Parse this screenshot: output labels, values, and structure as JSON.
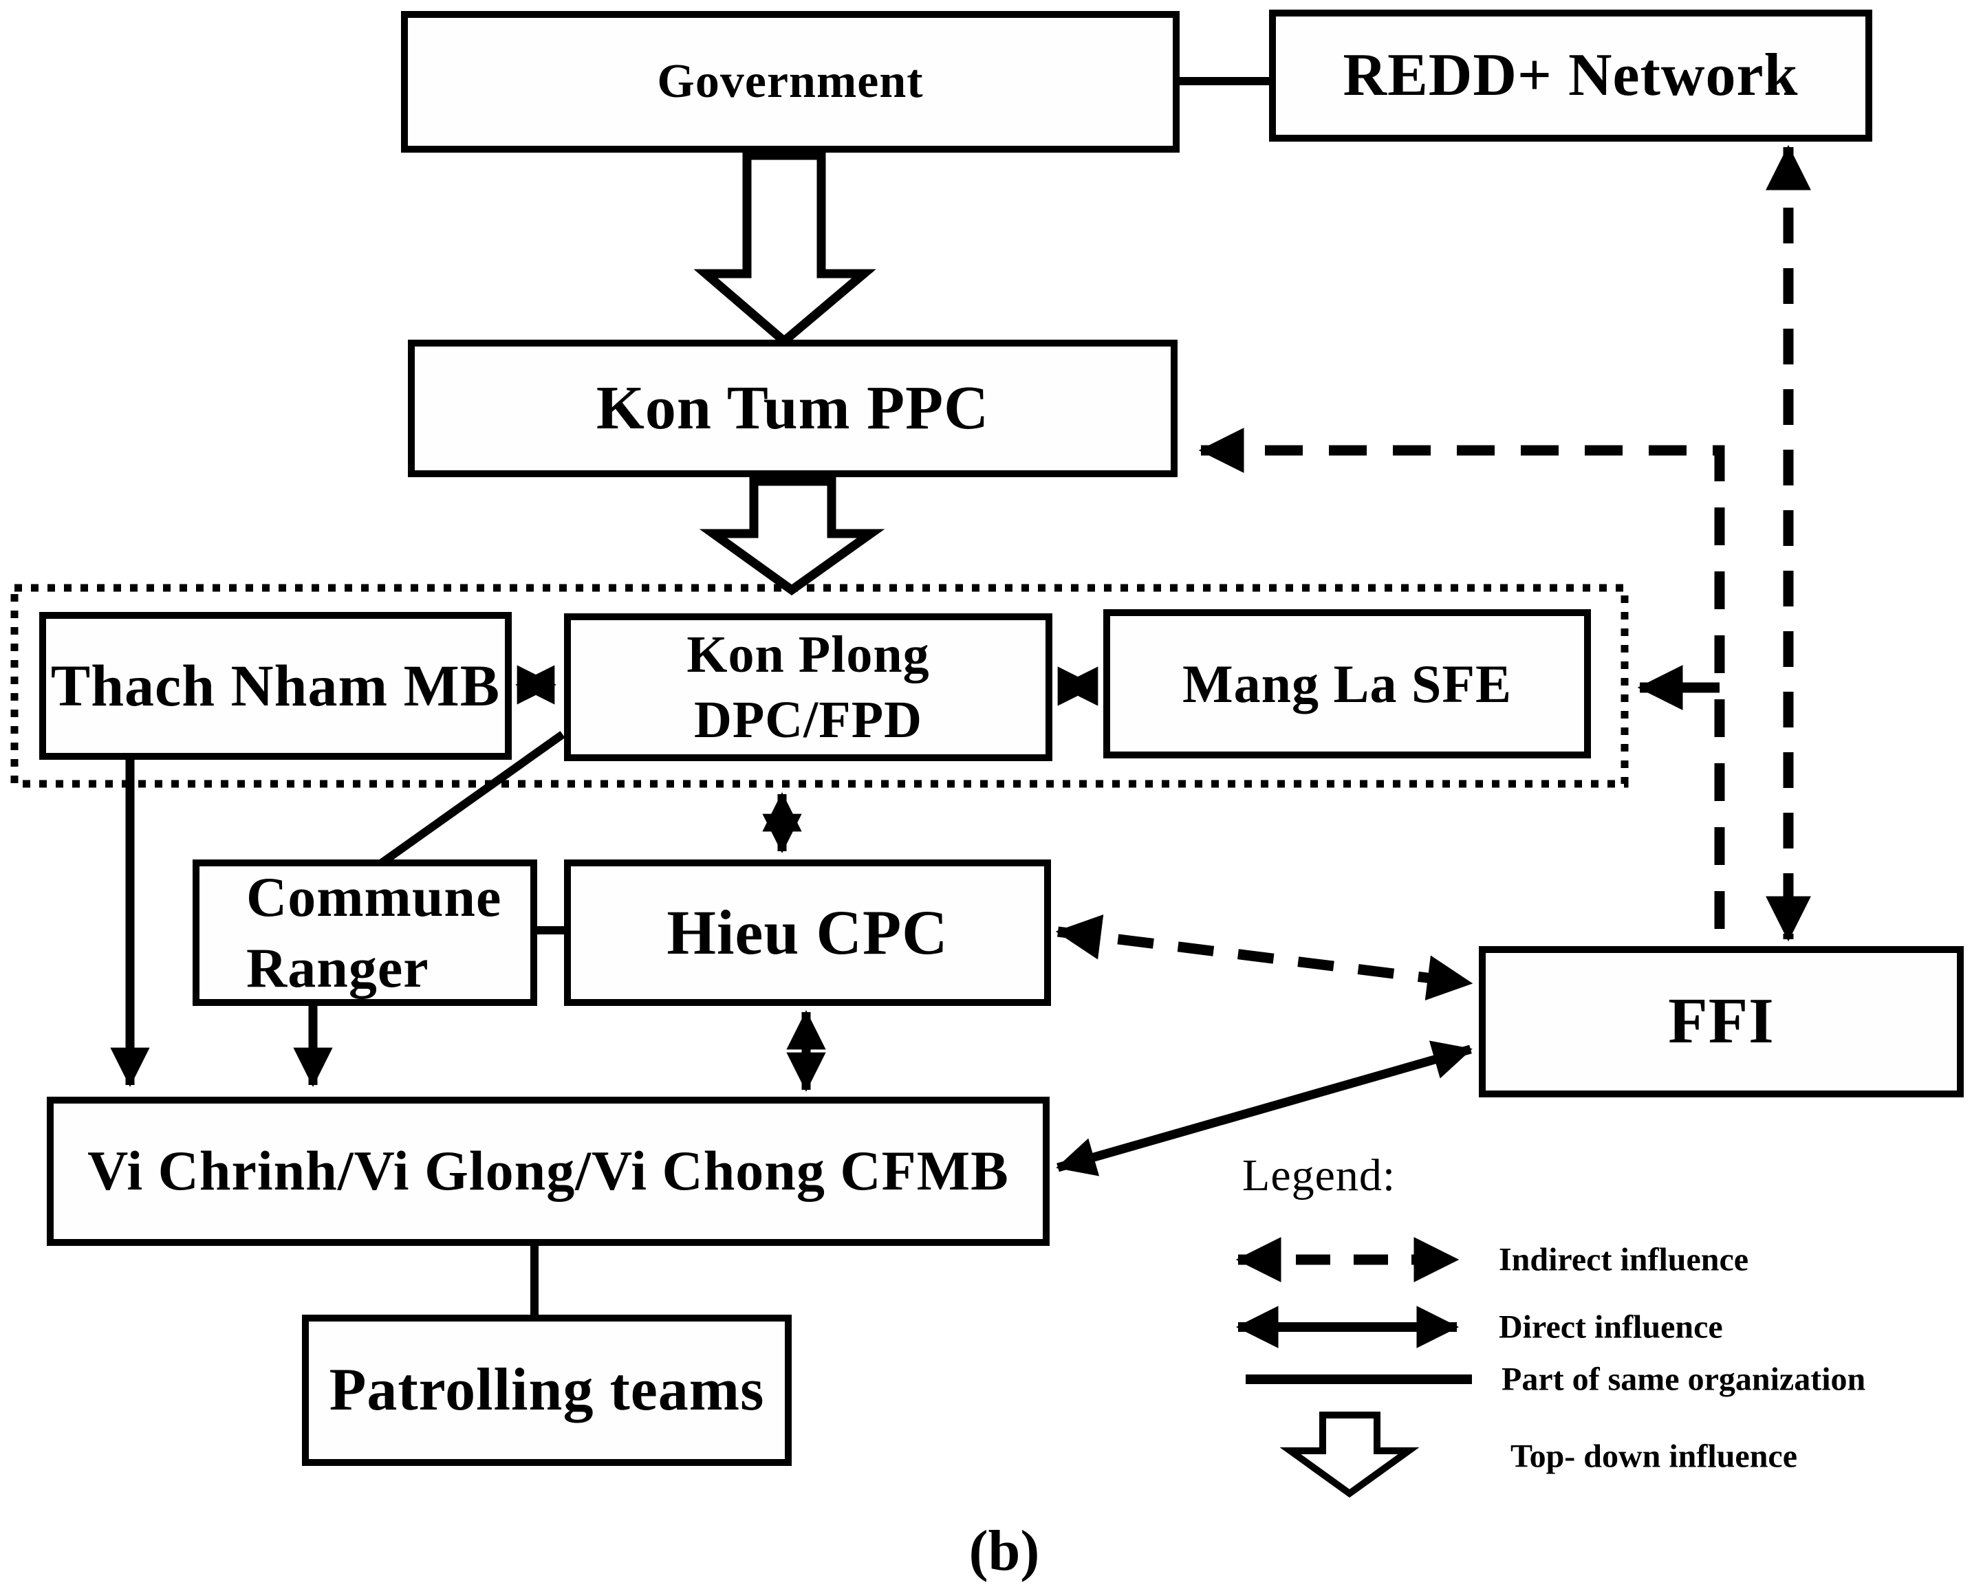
{
  "figure": {
    "caption": "(b)",
    "ink_color": "#000000",
    "background_color": "#ffffff"
  },
  "nodes": {
    "government": {
      "label": "Government"
    },
    "redd_network": {
      "label": "REDD+ Network"
    },
    "kon_tum_ppc": {
      "label": "Kon Tum PPC"
    },
    "thach_nham_mb": {
      "label": "Thach Nham MB"
    },
    "kon_plong_dpc_fpd": {
      "line1": "Kon Plong",
      "line2": "DPC/FPD"
    },
    "mang_la_sfe": {
      "label": "Mang La SFE"
    },
    "commune_ranger": {
      "line1": "Commune",
      "line2": "Ranger"
    },
    "hieu_cpc": {
      "label": "Hieu CPC"
    },
    "ffi": {
      "label": "FFI"
    },
    "vi_cfmb": {
      "label": "Vi Chrinh/Vi Glong/Vi Chong CFMB"
    },
    "patrolling_teams": {
      "label": "Patrolling teams"
    }
  },
  "legend": {
    "title": "Legend:",
    "items": [
      {
        "symbol": "dashed-double-arrow",
        "label": "Indirect influence"
      },
      {
        "symbol": "solid-double-arrow",
        "label": "Direct influence"
      },
      {
        "symbol": "solid-line",
        "label": "Part of same organization"
      },
      {
        "symbol": "hollow-block-arrow-down",
        "label": "Top- down influence"
      }
    ]
  }
}
